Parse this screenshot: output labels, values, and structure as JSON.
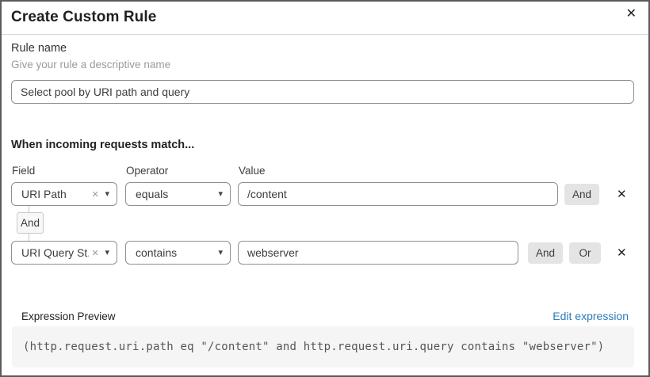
{
  "dialog": {
    "title": "Create Custom Rule"
  },
  "icons": {
    "close": "✕",
    "clear": "×",
    "chevron_down": "▾"
  },
  "rule_name": {
    "label": "Rule name",
    "hint": "Give your rule a descriptive name",
    "value": "Select pool by URI path and query"
  },
  "matcher": {
    "heading": "When incoming requests match...",
    "column_labels": {
      "field": "Field",
      "operator": "Operator",
      "value": "Value"
    },
    "connector": "And",
    "rows": [
      {
        "field": "URI Path",
        "operator": "equals",
        "value": "/content",
        "buttons": [
          "And"
        ]
      },
      {
        "field": "URI Query St...",
        "operator": "contains",
        "value": "webserver",
        "buttons": [
          "And",
          "Or"
        ]
      }
    ]
  },
  "expression": {
    "label": "Expression Preview",
    "edit_link": "Edit expression",
    "code": "(http.request.uri.path eq \"/content\" and http.request.uri.query contains \"webserver\")"
  },
  "colors": {
    "link_blue": "#2c7bb8",
    "button_gray": "#e4e4e4",
    "code_background": "#f5f5f5",
    "input_border": "#8f8f8f"
  }
}
